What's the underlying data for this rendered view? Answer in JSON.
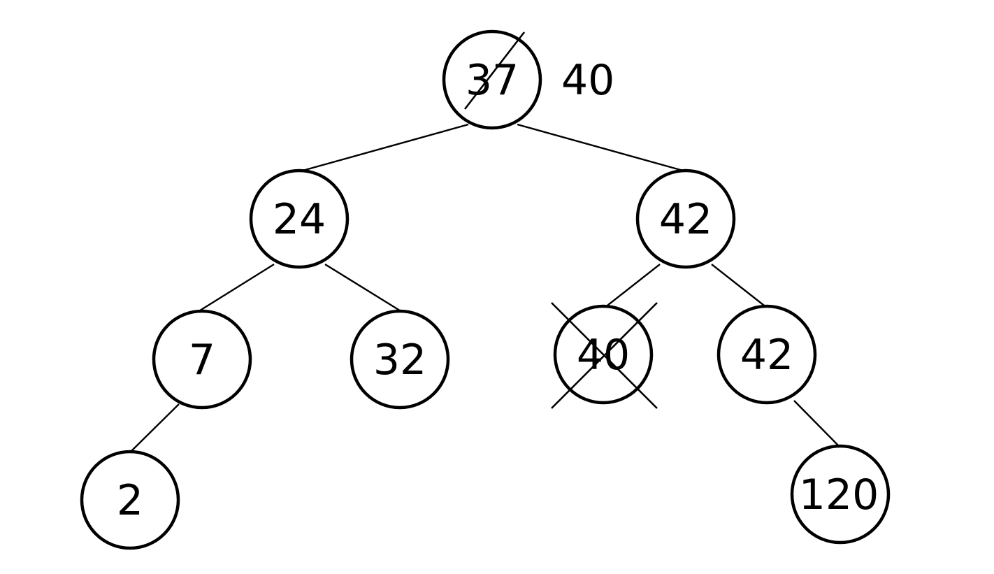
{
  "tree": {
    "nodes": [
      {
        "id": "root",
        "value": "37",
        "struck": "single"
      },
      {
        "id": "l",
        "value": "24",
        "struck": "none"
      },
      {
        "id": "r",
        "value": "42",
        "struck": "none"
      },
      {
        "id": "ll",
        "value": "7",
        "struck": "none"
      },
      {
        "id": "lr",
        "value": "32",
        "struck": "none"
      },
      {
        "id": "rl",
        "value": "40",
        "struck": "cross"
      },
      {
        "id": "rr",
        "value": "42",
        "struck": "none"
      },
      {
        "id": "lll",
        "value": "2",
        "struck": "none"
      },
      {
        "id": "rrr",
        "value": "120",
        "struck": "none"
      }
    ],
    "edges": [
      [
        "root",
        "l"
      ],
      [
        "root",
        "r"
      ],
      [
        "l",
        "ll"
      ],
      [
        "l",
        "lr"
      ],
      [
        "r",
        "rl"
      ],
      [
        "r",
        "rr"
      ],
      [
        "ll",
        "lll"
      ],
      [
        "rr",
        "rrr"
      ]
    ],
    "replacement_note": "40"
  },
  "colors": {
    "stroke": "#000000",
    "fill": "#ffffff"
  }
}
